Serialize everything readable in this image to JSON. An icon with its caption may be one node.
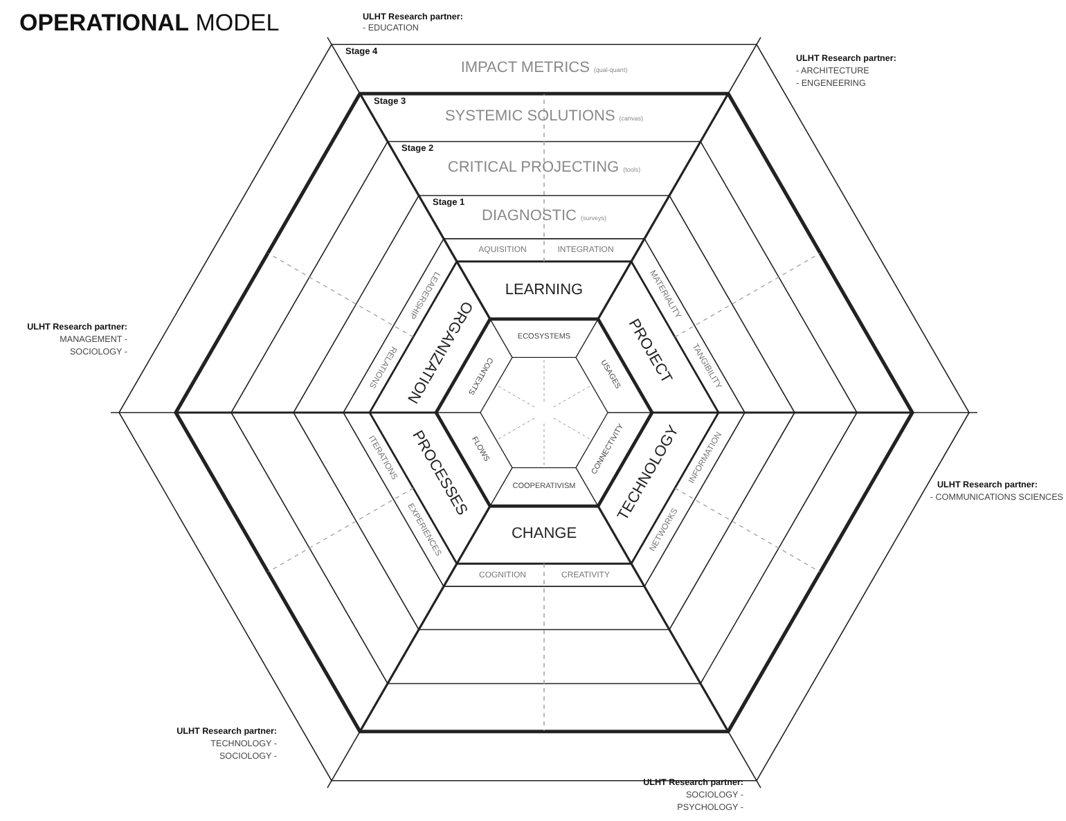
{
  "diagram": {
    "title": "**OPERATIONAL** MODEL",
    "nodes": [
      {
        "text": [
          "Stage 4",
          "IMPACT METRICS",
          "(qual-quant)"
        ]
      },
      {
        "text": [
          "Stage 3",
          "SYSTEMIC SOLUTIONS",
          "(canvas)"
        ]
      },
      {
        "text": [
          "Stage 2",
          "CRITICAL PROJECTING",
          "(tools)"
        ]
      },
      {
        "text": [
          "Stage 1",
          "DIAGNOSTIC",
          "(surveys)"
        ]
      },
      {
        "text": [
          "LEARNING"
        ]
      },
      {
        "text": [
          "PROJECT"
        ]
      },
      {
        "text": [
          "TECHNOLOGY"
        ]
      },
      {
        "text": [
          "CHANGE"
        ]
      },
      {
        "text": [
          "PROCESSES"
        ]
      },
      {
        "text": [
          "ORGANIZATION"
        ]
      },
      {
        "text": [
          "ECOSYSTEMS"
        ]
      },
      {
        "text": [
          "USAGES"
        ]
      },
      {
        "text": [
          "CONNECTIVITY"
        ]
      },
      {
        "text": [
          "COOPERATIVISM"
        ]
      },
      {
        "text": [
          "FLOWS"
        ]
      },
      {
        "text": [
          "CONTEXTS"
        ]
      }
    ],
    "labels": [
      "ULHT Research partner:",
      "- EDUCATION",
      "ULHT Research partner:",
      "- ARCHITECTURE",
      "- ENGENEERING",
      "AQUISITION",
      "INTEGRATION",
      "MATERIALITY",
      "TANGIBILITY",
      "LEADERSHIP",
      "RELATIONS",
      "ULHT Research partner:",
      "MANAGEMENT -",
      "SOCIOLOGY -",
      "INFORMATION",
      "NETWORKS",
      "ITERATIONS",
      "EXPERIENCES",
      "ULHT Research partner:",
      "- COMMUNICATIONS SCIENCES",
      "COGNITION",
      "CREATIVITY",
      "ULHT Research partner:",
      "TECHNOLOGY -",
      "SOCIOLOGY -",
      "ULHT Research partner:",
      "SOCIOLOGY -",
      "PSYCHOLOGY -"
    ]
  }
}
